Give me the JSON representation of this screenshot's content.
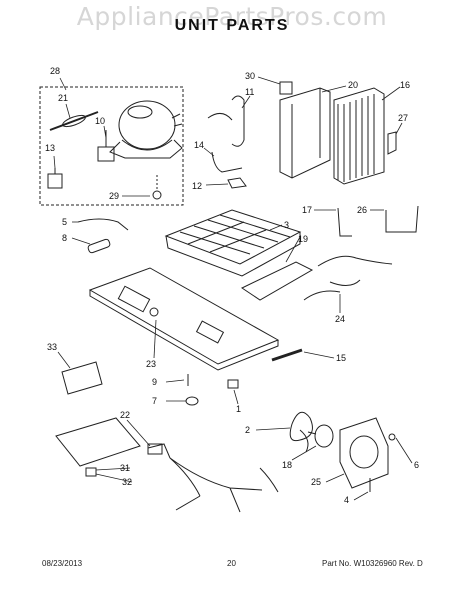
{
  "watermark": "AppliancePartsPros.com",
  "title": "UNIT PARTS",
  "footer": {
    "date": "08/23/2013",
    "page": "20",
    "part_no": "Part No.  W10326960  Rev.  D"
  },
  "callouts": [
    "28",
    "21",
    "10",
    "13",
    "29",
    "30",
    "11",
    "20",
    "16",
    "27",
    "14",
    "12",
    "3",
    "5",
    "8",
    "17",
    "26",
    "19",
    "33",
    "23",
    "24",
    "15",
    "9",
    "7",
    "1",
    "22",
    "2",
    "18",
    "6",
    "31",
    "32",
    "25",
    "4"
  ]
}
